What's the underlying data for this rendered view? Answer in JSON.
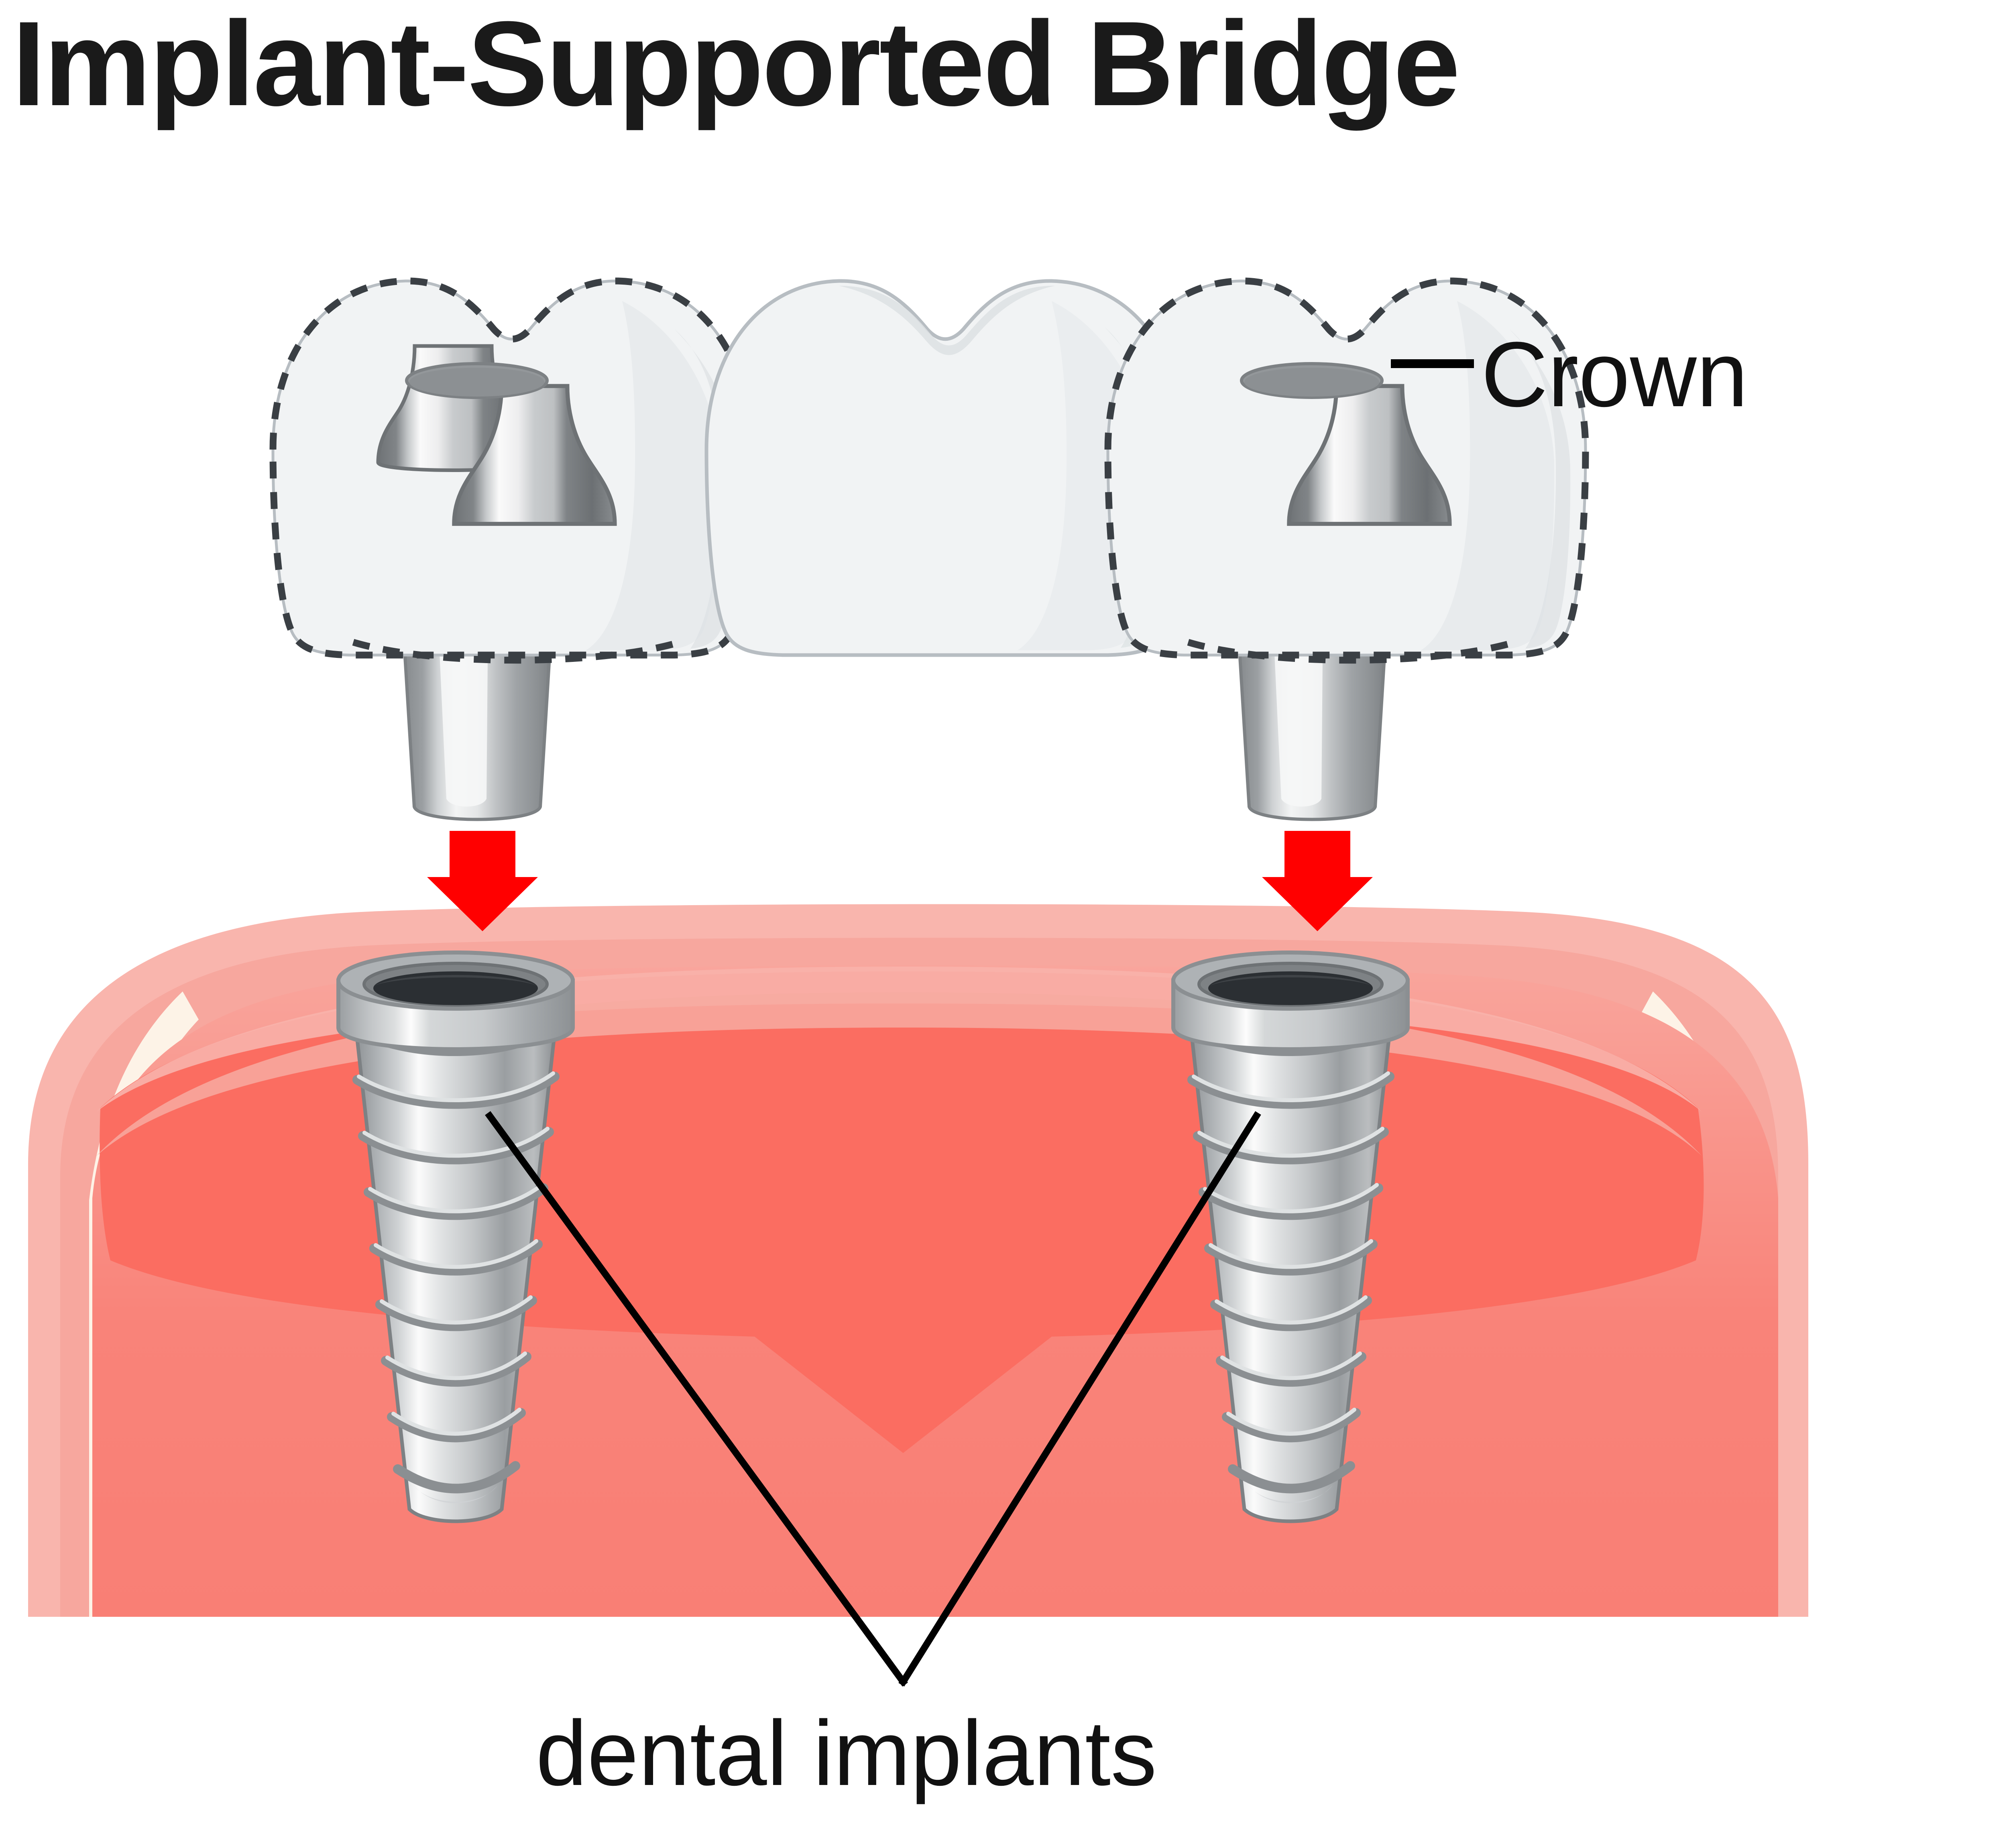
{
  "page": {
    "title": "Implant-Supported Bridge",
    "background_color": "#ffffff"
  },
  "labels": {
    "crown": "Crown",
    "dental_implants": "dental implants"
  },
  "colors": {
    "title_text": "#1a1a1a",
    "label_text": "#111111",
    "leader_line": "#000000",
    "arrow_red": "#FF0000",
    "gum_outer_light": "#f7b3ab",
    "gum_mid": "#f5a79f",
    "gum_body": "#f98379",
    "gum_deep_red": "#fb6f63",
    "gum_highlight_cream": "#fdf2e6",
    "crown_enamel": "#f1f3f4",
    "crown_shade": "#e2e5e7",
    "crown_outline": "#b7bdc2",
    "crown_dashed": "#3a3f44",
    "metal_light": "#fafafa",
    "metal_mid": "#c9cbcd",
    "metal_base": "#a9acaf",
    "metal_dark": "#7d8184",
    "metal_darker": "#63686c",
    "implant_hole": "#2b2f33"
  },
  "diagram": {
    "type": "dental-anatomy-illustration",
    "subject": "Implant-supported dental bridge",
    "parts": [
      {
        "name": "crown",
        "count": 3,
        "note": "two abutment crowns with dashed outline, one pontic in middle"
      },
      {
        "name": "abutment",
        "count": 2,
        "note": "flared metal abutment with post"
      },
      {
        "name": "dental-implant",
        "count": 2,
        "note": "threaded tapered titanium screw seated in gum"
      },
      {
        "name": "gum",
        "count": 1
      },
      {
        "name": "placement-arrow",
        "count": 2,
        "direction": "down",
        "color": "#FF0000"
      }
    ],
    "callouts": [
      {
        "label": "Crown",
        "leader": "horizontal-right",
        "target": "right crown shell"
      },
      {
        "label": "dental implants",
        "leader": "v-shaped-two-line",
        "target": "both threaded implants"
      }
    ]
  }
}
